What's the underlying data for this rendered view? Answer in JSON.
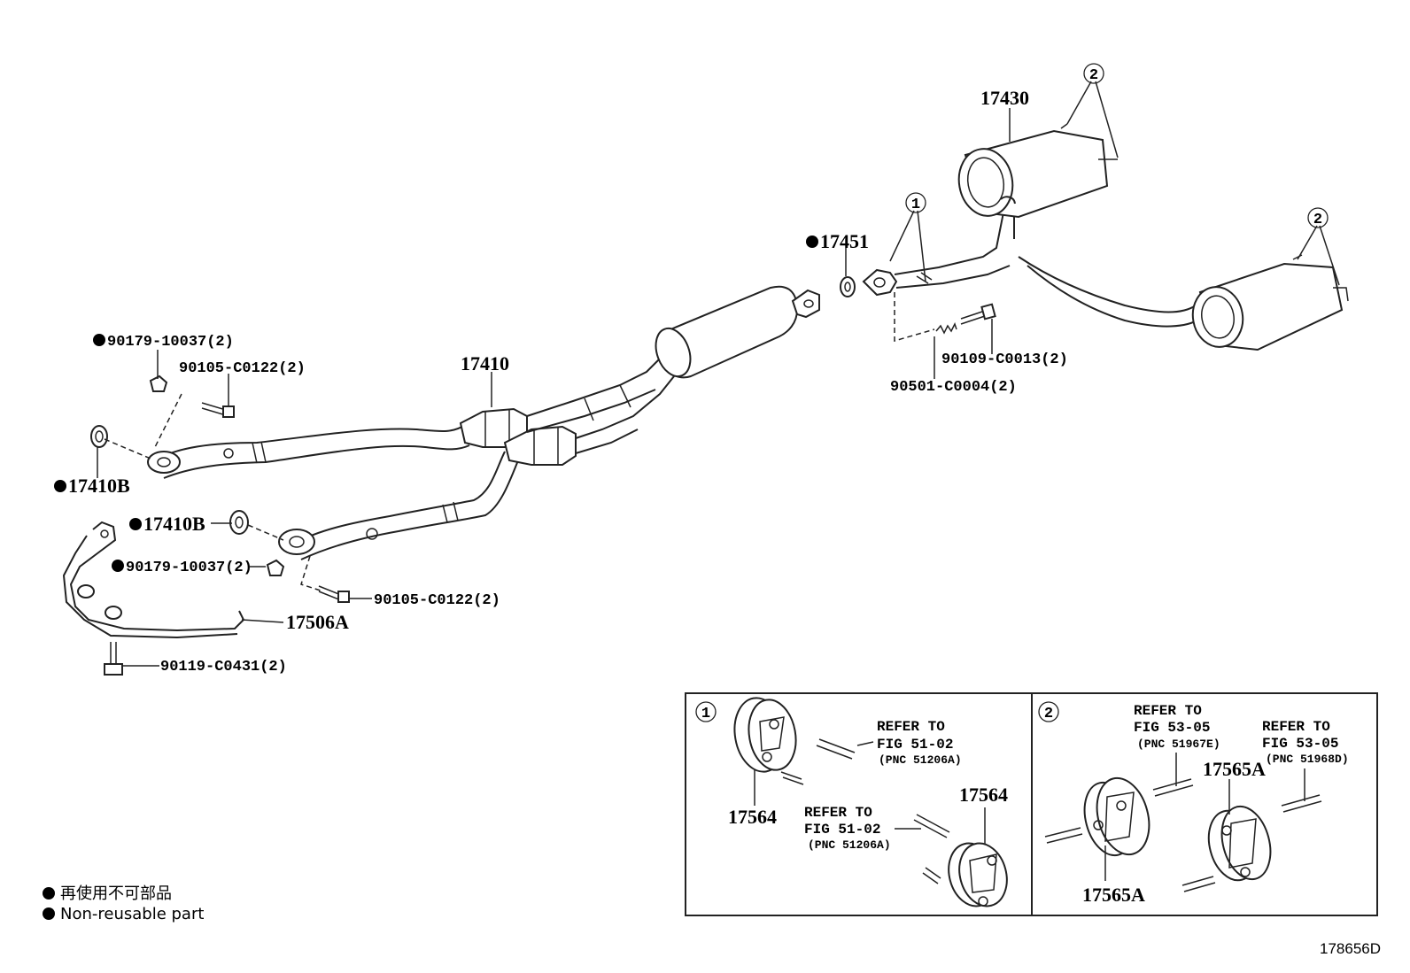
{
  "parts": {
    "p17430": "17430",
    "p17451": "17451",
    "p17410": "17410",
    "p17410B_a": "17410B",
    "p17410B_b": "17410B",
    "p17506A": "17506A",
    "p90179_a": "90179-10037(2)",
    "p90179_b": "90179-10037(2)",
    "p90105_a": "90105-C0122(2)",
    "p90105_b": "90105-C0122(2)",
    "p90119": "90119-C0431(2)",
    "p90109": "90109-C0013(2)",
    "p90501": "90501-C0004(2)"
  },
  "callouts": {
    "c1": "1",
    "c2a": "2",
    "c2b": "2"
  },
  "detail1": {
    "num": "1",
    "refer_a1": "REFER TO",
    "refer_a2": "FIG 51-02",
    "refer_a3": "(PNC 51206A)",
    "refer_b1": "REFER TO",
    "refer_b2": "FIG 51-02",
    "refer_b3": "(PNC 51206A)",
    "part_a": "17564",
    "part_b": "17564"
  },
  "detail2": {
    "num": "2",
    "refer_a1": "REFER TO",
    "refer_a2": "FIG 53-05",
    "refer_a3": "(PNC 51967E)",
    "refer_b1": "REFER TO",
    "refer_b2": "FIG 53-05",
    "refer_b3": "(PNC 51968D)",
    "part_a": "17565A",
    "part_b": "17565A"
  },
  "legend": {
    "jp": "再使用不可部品",
    "en": "Non-reusable part"
  },
  "figure_id": "178656D"
}
